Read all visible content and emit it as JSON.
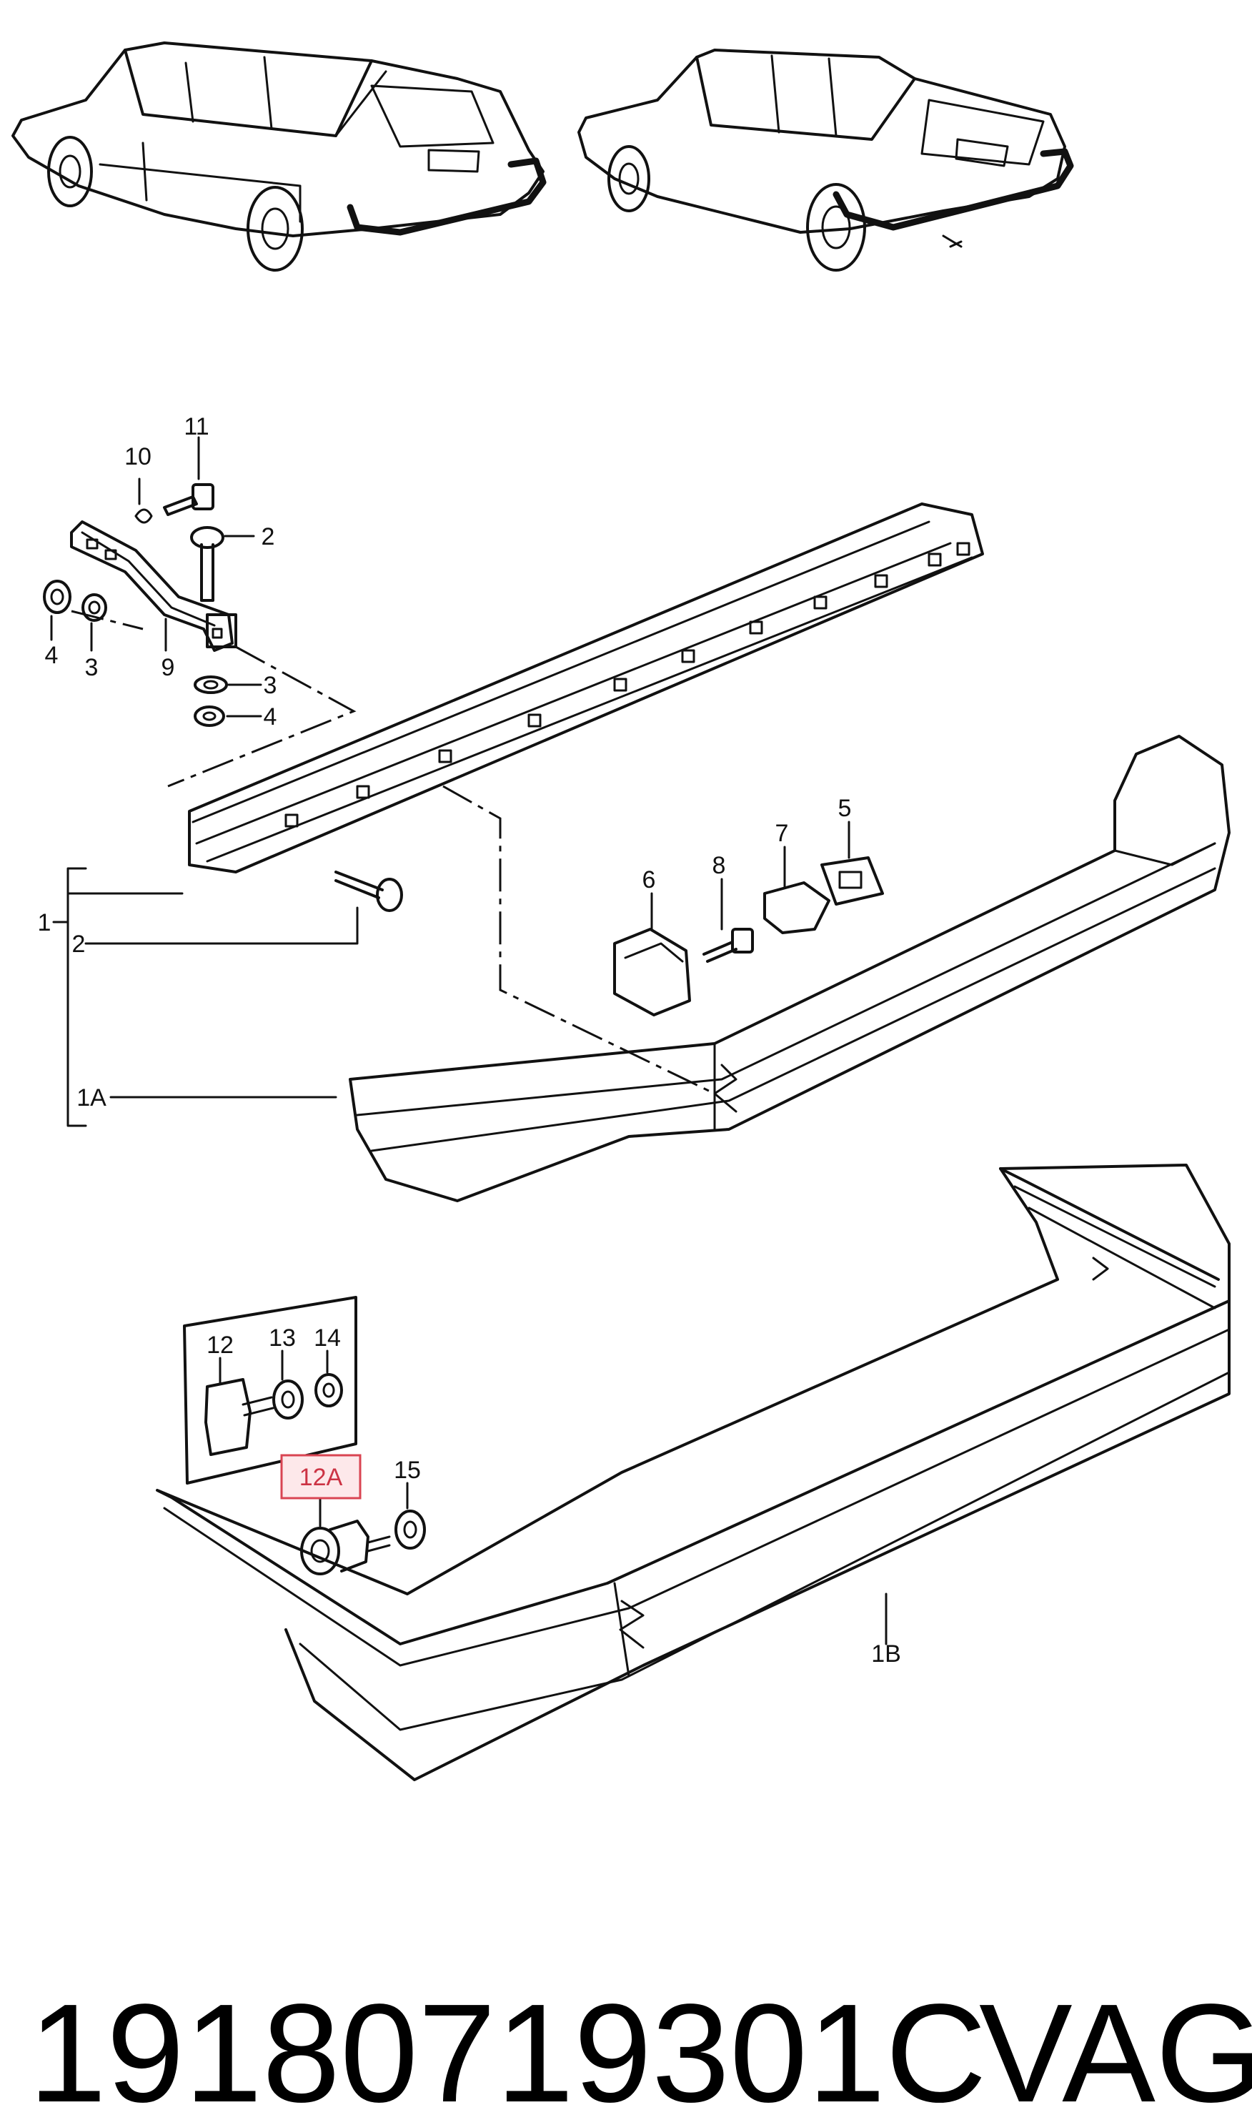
{
  "callouts": {
    "c1": "1",
    "c1A": "1A",
    "c1B": "1B",
    "c2a": "2",
    "c2b": "2",
    "c3a": "3",
    "c3b": "3",
    "c4a": "4",
    "c4b": "4",
    "c5": "5",
    "c6": "6",
    "c7": "7",
    "c8": "8",
    "c9": "9",
    "c10": "10",
    "c11": "11",
    "c12": "12",
    "c12A": "12A",
    "c13": "13",
    "c14": "14",
    "c15": "15"
  },
  "highlight": {
    "part": "12A",
    "color": "#d94452"
  },
  "footer": {
    "part_number": "19180719301C",
    "brand": "VAG"
  }
}
